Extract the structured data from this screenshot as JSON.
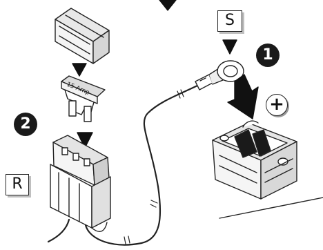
{
  "labels": {
    "s": "S",
    "r": "R"
  },
  "steps": {
    "one": "1",
    "two": "2"
  },
  "fuse": {
    "rating_text": "15 Amp"
  },
  "battery": {
    "terminal_sign": "+"
  }
}
